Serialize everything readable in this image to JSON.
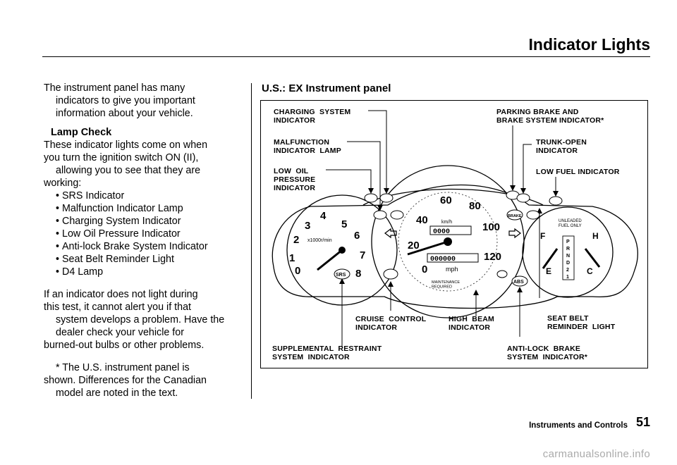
{
  "header": {
    "title": "Indicator Lights"
  },
  "intro": [
    "The instrument panel has many",
    "indicators to give you important",
    "information about your vehicle."
  ],
  "lamp_check": {
    "heading": "Lamp Check",
    "lines": [
      "These indicator lights come on when",
      "you turn the ignition switch ON (II),",
      "allowing you to see that they are",
      "working:"
    ],
    "bullets": [
      "SRS Indicator",
      "Malfunction Indicator Lamp",
      "Charging System Indicator",
      "Low Oil Pressure Indicator",
      "Anti-lock Brake System Indicator",
      "Seat Belt Reminder Light",
      "D4 Lamp"
    ]
  },
  "warning": [
    "If an indicator does not light during",
    "this test, it cannot alert you if that",
    "system develops a problem. Have the",
    "dealer check your vehicle for",
    "burned-out bulbs or other problems."
  ],
  "footnote": [
    "* The U.S. instrument panel is",
    "shown. Differences for the Canadian",
    "model are noted in the text."
  ],
  "figure": {
    "title": "U.S.:  EX Instrument panel",
    "labels": {
      "charging": "CHARGING  SYSTEM\nINDICATOR",
      "malfunction": "MALFUNCTION\nINDICATOR  LAMP",
      "low_oil": "LOW  OIL\nPRESSURE\nINDICATOR",
      "parking_brake": "PARKING BRAKE AND\nBRAKE SYSTEM INDICATOR*",
      "trunk_open": "TRUNK-OPEN\nINDICATOR",
      "low_fuel": "LOW FUEL INDICATOR",
      "cruise": "CRUISE  CONTROL\nINDICATOR",
      "high_beam": "HIGH  BEAM\nINDICATOR",
      "seat_belt": "SEAT BELT\nREMINDER  LIGHT",
      "srs": "SUPPLEMENTAL  RESTRAINT\nSYSTEM  INDICATOR",
      "abs": "ANTI-LOCK  BRAKE\nSYSTEM  INDICATOR*"
    },
    "gauge": {
      "tach_numbers": [
        "0",
        "1",
        "2",
        "3",
        "4",
        "5",
        "6",
        "7",
        "8"
      ],
      "tach_unit": "x1000r/min",
      "speed_numbers": [
        "0",
        "20",
        "40",
        "60",
        "80",
        "100",
        "120"
      ],
      "speed_kmh_label": "km/h",
      "speed_unit": "mph",
      "odometer": "000000",
      "trip": "0000",
      "maintenance": "MAINTENANCE\nREQUIRED",
      "fuel_note": "UNLEADED\nFUEL ONLY",
      "fuel_full": "F",
      "fuel_empty": "E",
      "temp_hot": "H",
      "temp_cold": "C",
      "gear_letters": [
        "P",
        "R",
        "N",
        "D",
        "2",
        "1"
      ],
      "icon_srs": "SRS",
      "icon_abs": "ABS",
      "icon_brake": "BRAKE"
    }
  },
  "footer": {
    "section": "Instruments and Controls",
    "page": "51"
  },
  "watermark": "carmanualsonline.info"
}
